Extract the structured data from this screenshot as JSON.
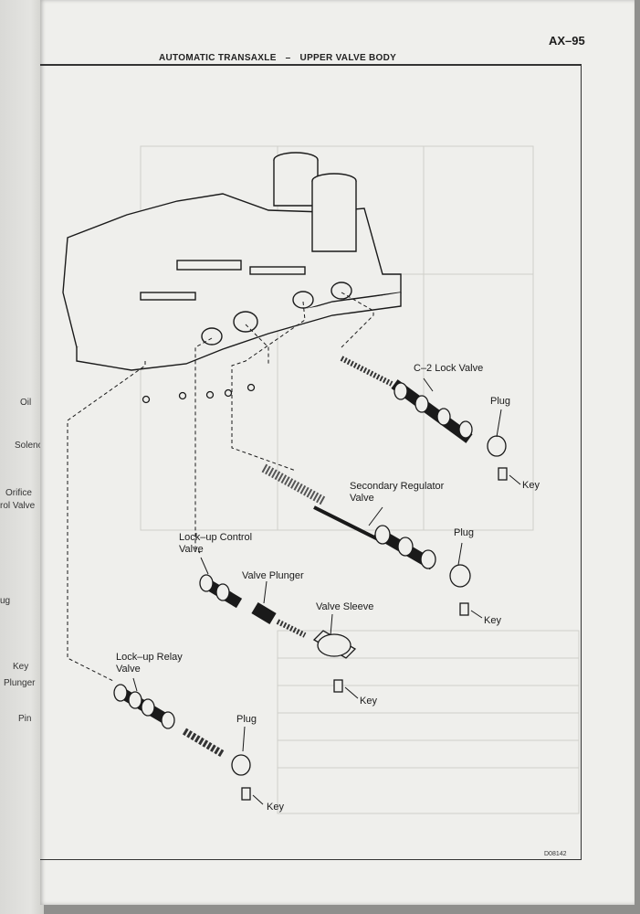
{
  "prev_page": {
    "fragments": [
      "Oil",
      "Solenoi",
      "Orifice",
      "rol Valve",
      "ug",
      "Key",
      "Plunger",
      "Pin"
    ]
  },
  "header": {
    "page_number": "AX–95",
    "section": "AUTOMATIC TRANSAXLE",
    "separator": "–",
    "subsection": "UPPER VALVE BODY"
  },
  "labels": {
    "c2_lock_valve": "C–2 Lock Valve",
    "plug_1": "Plug",
    "key_1": "Key",
    "secondary_regulator_valve": "Secondary Regulator\nValve",
    "plug_2": "Plug",
    "key_2": "Key",
    "lockup_control_valve": "Lock–up Control\nValve",
    "valve_plunger": "Valve Plunger",
    "valve_sleeve": "Valve Sleeve",
    "key_3": "Key",
    "lockup_relay_valve": "Lock–up Relay\nValve",
    "plug_3": "Plug",
    "key_4": "Key"
  },
  "figure_id": "D08142",
  "colors": {
    "paper": "#efefec",
    "ink": "#1a1a1a",
    "background": "#8f8f8d"
  }
}
